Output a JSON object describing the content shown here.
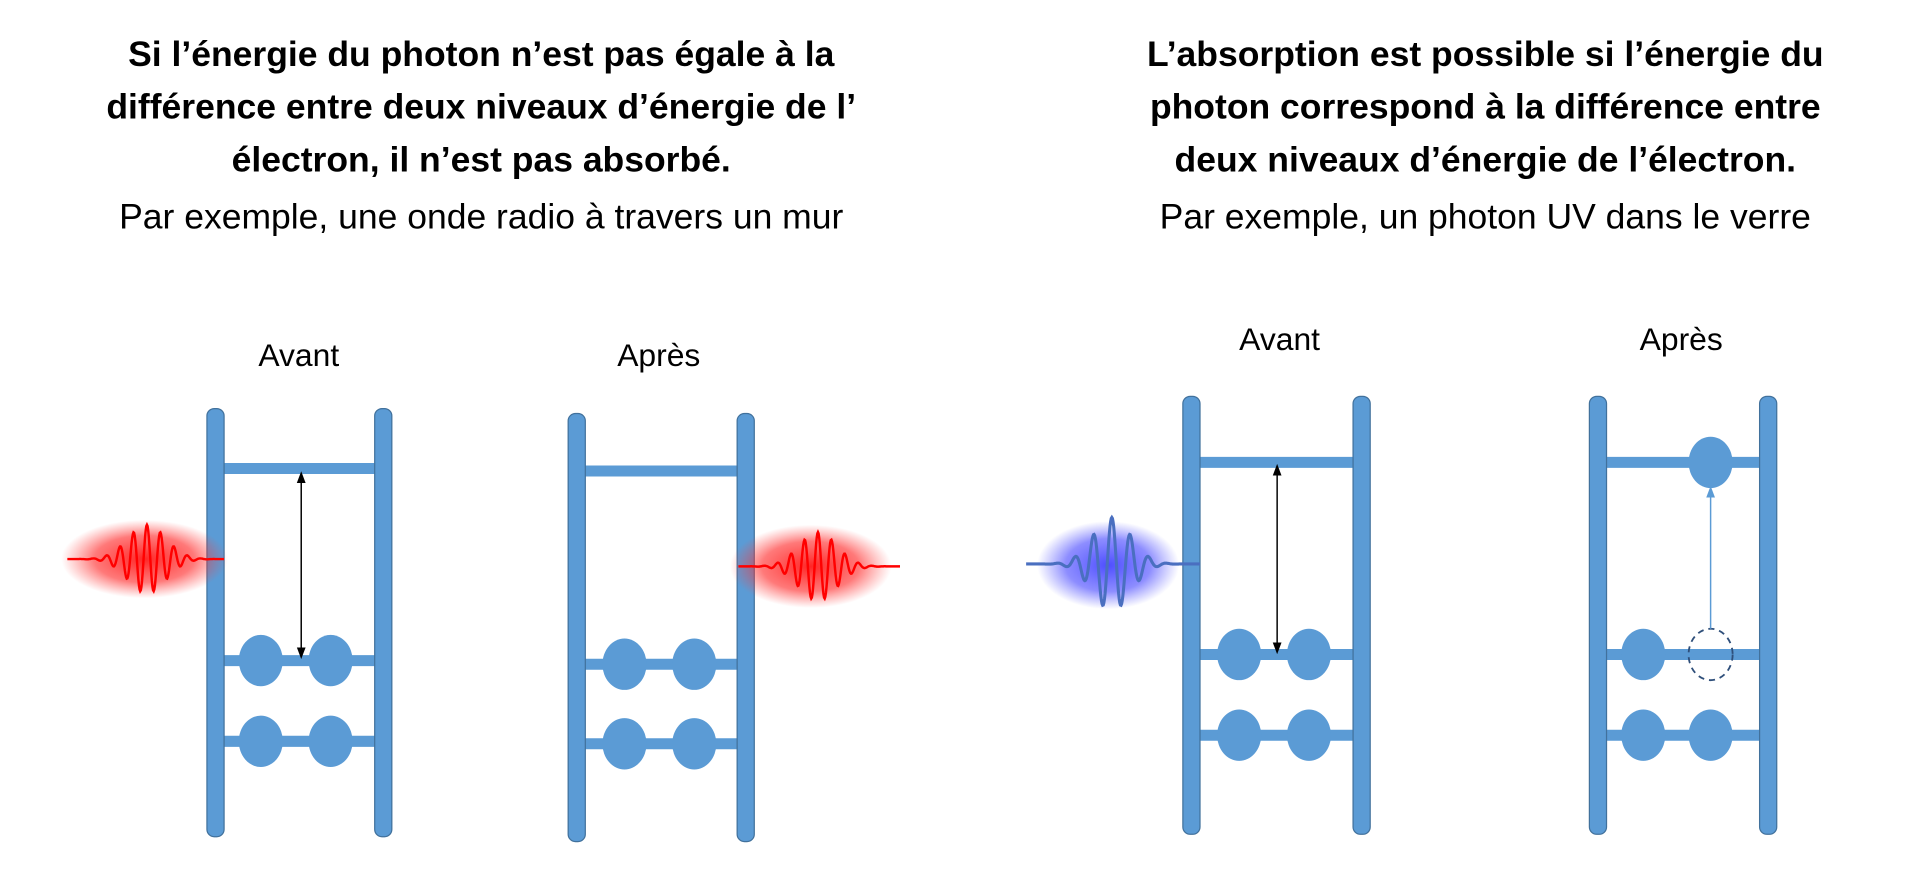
{
  "left": {
    "title_lines": [
      "Si l’énergie du photon n’est pas égale à la",
      "différence entre deux niveaux d’énergie de l’",
      "électron, il n’est pas absorbé."
    ],
    "example": "Par exemple, une onde radio à travers un mur",
    "before_label": "Avant",
    "after_label": "Après",
    "photon_color": "#ff0000"
  },
  "right": {
    "title_lines": [
      "L’absorption est possible si l’énergie du",
      "photon correspond à la différence entre",
      "deux niveaux d’énergie de l’électron."
    ],
    "example": "Par exemple, un photon UV dans le verre",
    "before_label": "Avant",
    "after_label": "Après",
    "photon_color": "#4b4bff"
  },
  "colors": {
    "ladder": "#5b9bd5",
    "ladder_edge": "#41719c"
  }
}
